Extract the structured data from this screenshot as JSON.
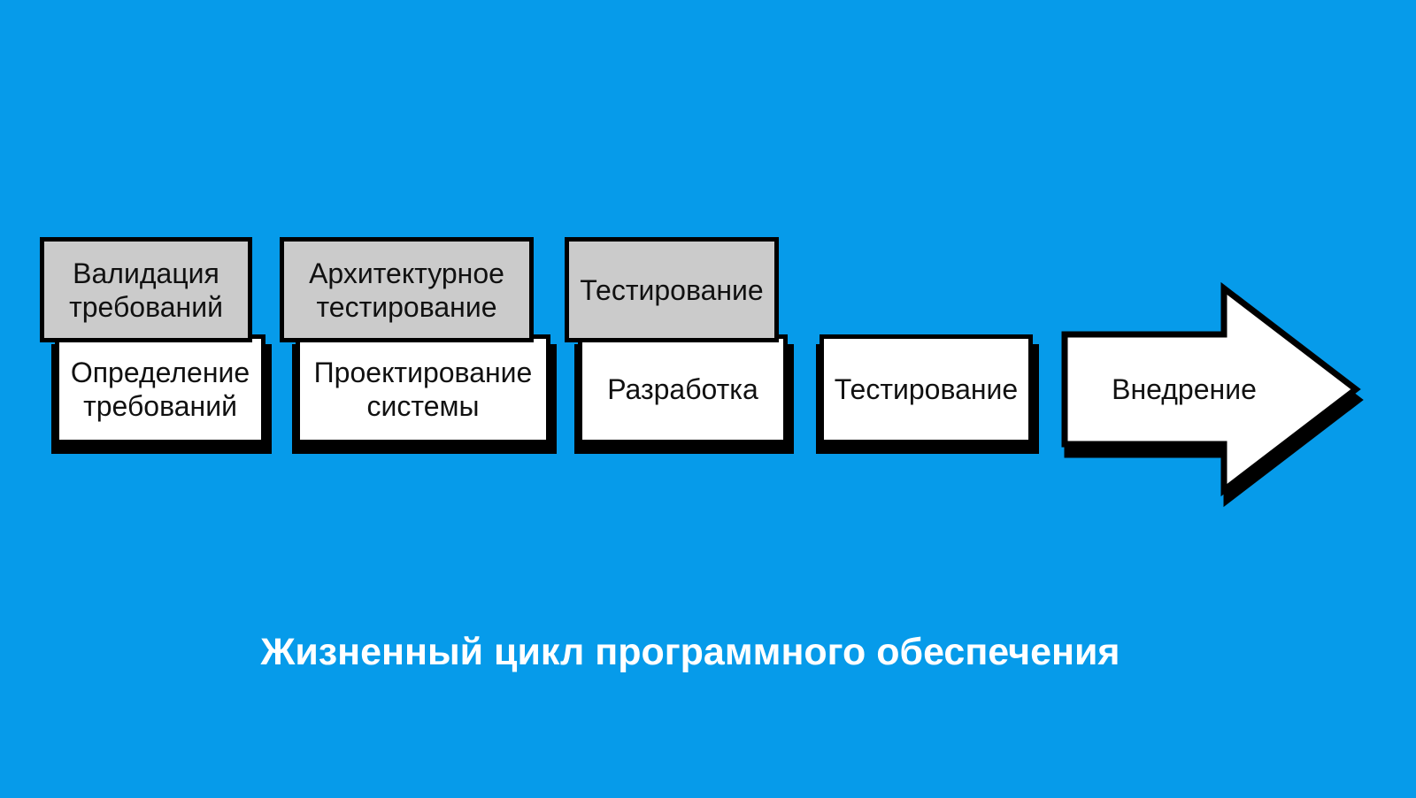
{
  "colors": {
    "background": "#069BEA",
    "overlay_box_fill": "#CBCBCB",
    "base_box_fill": "#FFFFFF",
    "border": "#000000",
    "box_text": "#111111",
    "title_text": "#FFFFFF"
  },
  "title": "Жизненный цикл программного обеспечения",
  "stages": [
    {
      "base": "Определение требований",
      "overlay": "Валидация требований"
    },
    {
      "base": "Проектирование системы",
      "overlay": "Архитектурное тестирование"
    },
    {
      "base": "Разработка",
      "overlay": "Тестирование"
    },
    {
      "base": "Тестирование"
    },
    {
      "base": "Внедрение",
      "shape": "arrow"
    }
  ]
}
